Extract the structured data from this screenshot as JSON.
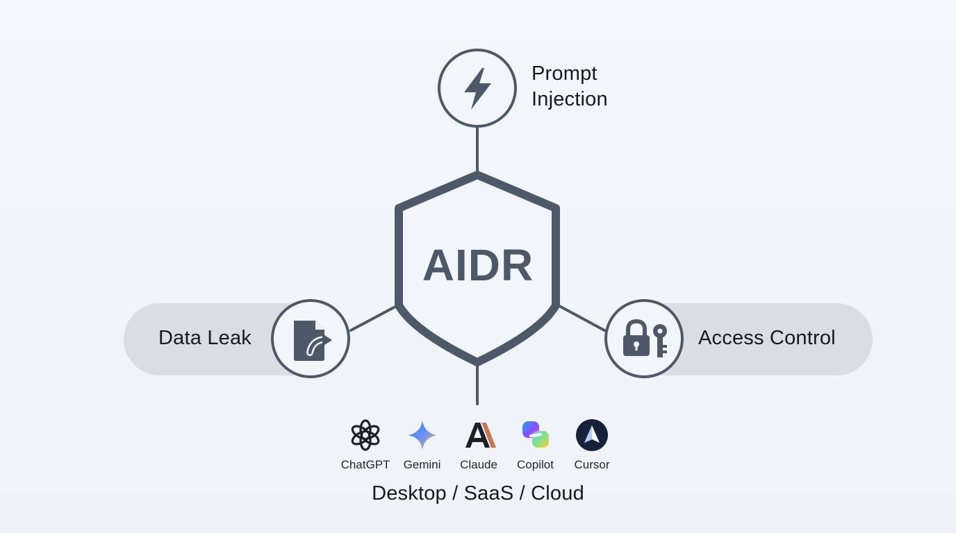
{
  "colors": {
    "background": "#f1f4f8",
    "primary_stroke": "#4d5869",
    "pill": "#d9dee5",
    "text": "#17191e"
  },
  "center": {
    "label": "AIDR",
    "icon": "shield-icon"
  },
  "nodes": {
    "top": {
      "label_line_1": "Prompt",
      "label_line_2": "Injection",
      "icon": "lightning-bolt-icon"
    },
    "left": {
      "label": "Data Leak",
      "icon": "document-export-icon"
    },
    "right": {
      "label": "Access Control",
      "icon": "lock-key-icon"
    }
  },
  "apps": [
    {
      "label": "ChatGPT",
      "icon": "chatgpt-icon"
    },
    {
      "label": "Gemini",
      "icon": "gemini-icon"
    },
    {
      "label": "Claude",
      "icon": "claude-icon"
    },
    {
      "label": "Copilot",
      "icon": "copilot-icon"
    },
    {
      "label": "Cursor",
      "icon": "cursor-icon"
    }
  ],
  "footer": {
    "label": "Desktop / SaaS / Cloud"
  }
}
